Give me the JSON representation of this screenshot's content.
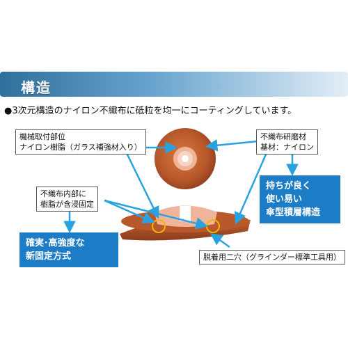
{
  "header": {
    "title": "構造"
  },
  "intro": {
    "bullet": "●",
    "text": "3次元構造のナイロン不織布に砥粒を均一にコーティングしています。"
  },
  "labels": {
    "mount_line1": "機械取付部位",
    "mount_line2": "ナイロン樹脂（ガラス補強材入り）",
    "abrasive_line1": "不織布研磨材",
    "abrasive_line2": "基材：ナイロン",
    "resin_line1": "不織布内部に",
    "resin_line2": "樹脂が含浸固定",
    "holes": "脱着用二穴（グラインダー標準工具用）"
  },
  "feature_boxes": {
    "durable_line1": "持ちが良く",
    "durable_line2": "使い易い",
    "durable_line3": "傘型積層構造",
    "strength_line1": "確実･高強度な",
    "strength_line2": "新固定方式"
  },
  "colors": {
    "header_gradient_start": "#2f6f9c",
    "header_gradient_end": "#cfe3f1",
    "box_blue": "#1c7cc6",
    "arrow_blue": "#29a3e0",
    "highlight_circle": "#f2b400",
    "disc_brown": "#b5562a"
  }
}
